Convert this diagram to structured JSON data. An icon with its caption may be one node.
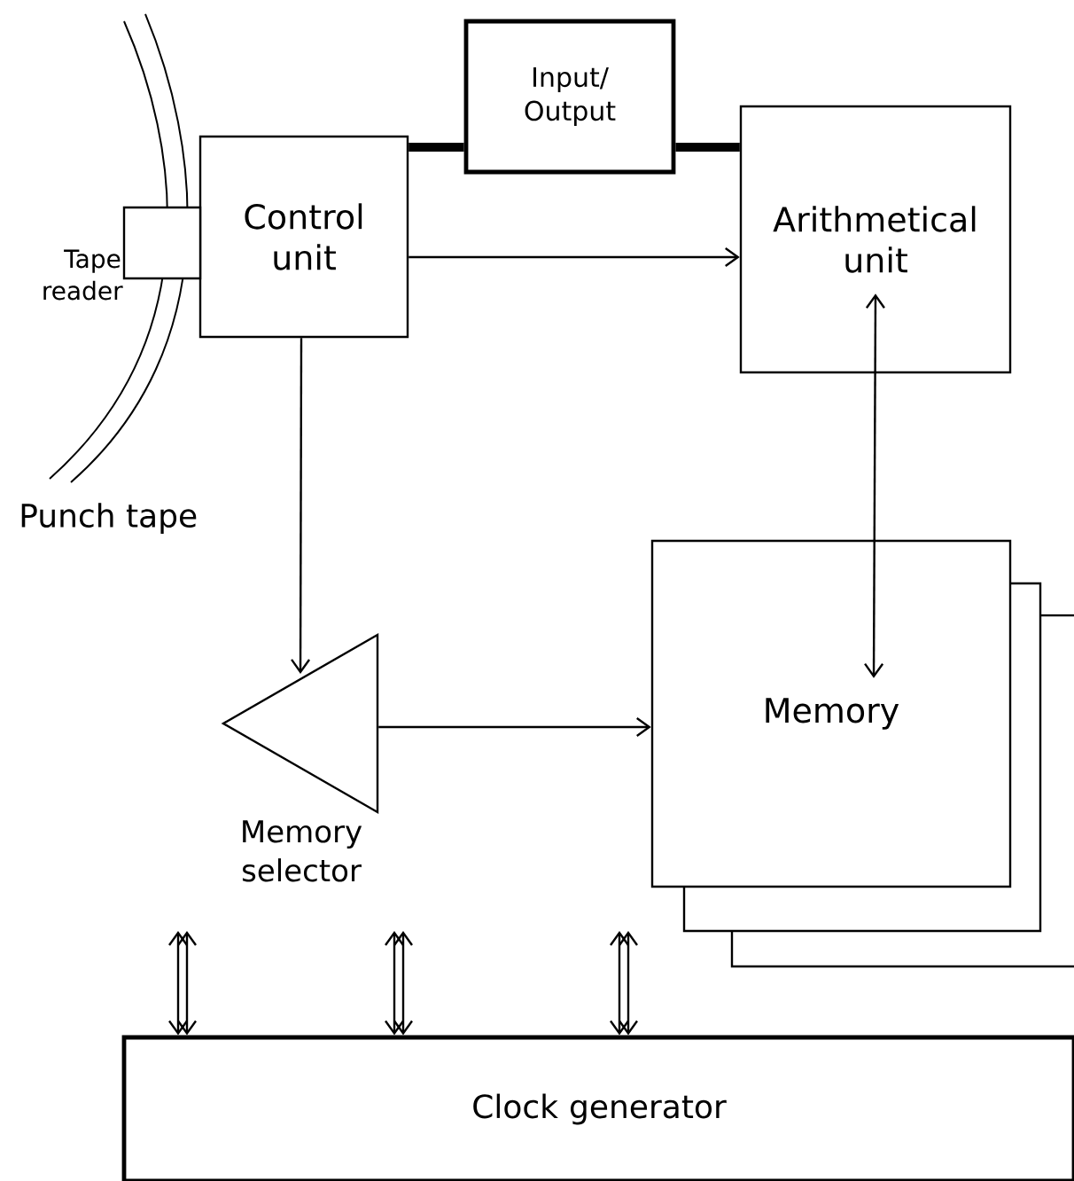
{
  "diagram": {
    "nodes": [
      {
        "text": [
          "Input/ Output"
        ]
      },
      {
        "text": [
          "Control unit"
        ]
      },
      {
        "text": [
          "Arithmetical unit"
        ]
      },
      {
        "text": [],
        "shape": "box",
        "beside": [
          "Tape reader"
        ]
      },
      {
        "text": [],
        "shape": "triangle",
        "beside": [
          "Memory selector"
        ]
      },
      {
        "text": [
          "Memory"
        ]
      },
      {
        "text": [
          "Clock generator"
        ]
      }
    ],
    "edges": [
      {
        "from": 1,
        "to": 0,
        "arrow": "none",
        "style": "thick"
      },
      {
        "from": 0,
        "to": 2,
        "arrow": "none",
        "style": "thick"
      },
      {
        "from": 1,
        "to": 2,
        "arrow": "to"
      },
      {
        "from": 1,
        "to": 4,
        "arrow": "to"
      },
      {
        "from": 4,
        "to": 5,
        "arrow": "to"
      },
      {
        "from": 2,
        "to": 5,
        "arrow": "both"
      },
      {
        "from": null,
        "to": 6,
        "arrow": "both"
      },
      {
        "from": null,
        "to": 6,
        "arrow": "both"
      },
      {
        "from": null,
        "to": 6,
        "arrow": "both"
      }
    ],
    "labels": [
      "Punch tape"
    ]
  }
}
